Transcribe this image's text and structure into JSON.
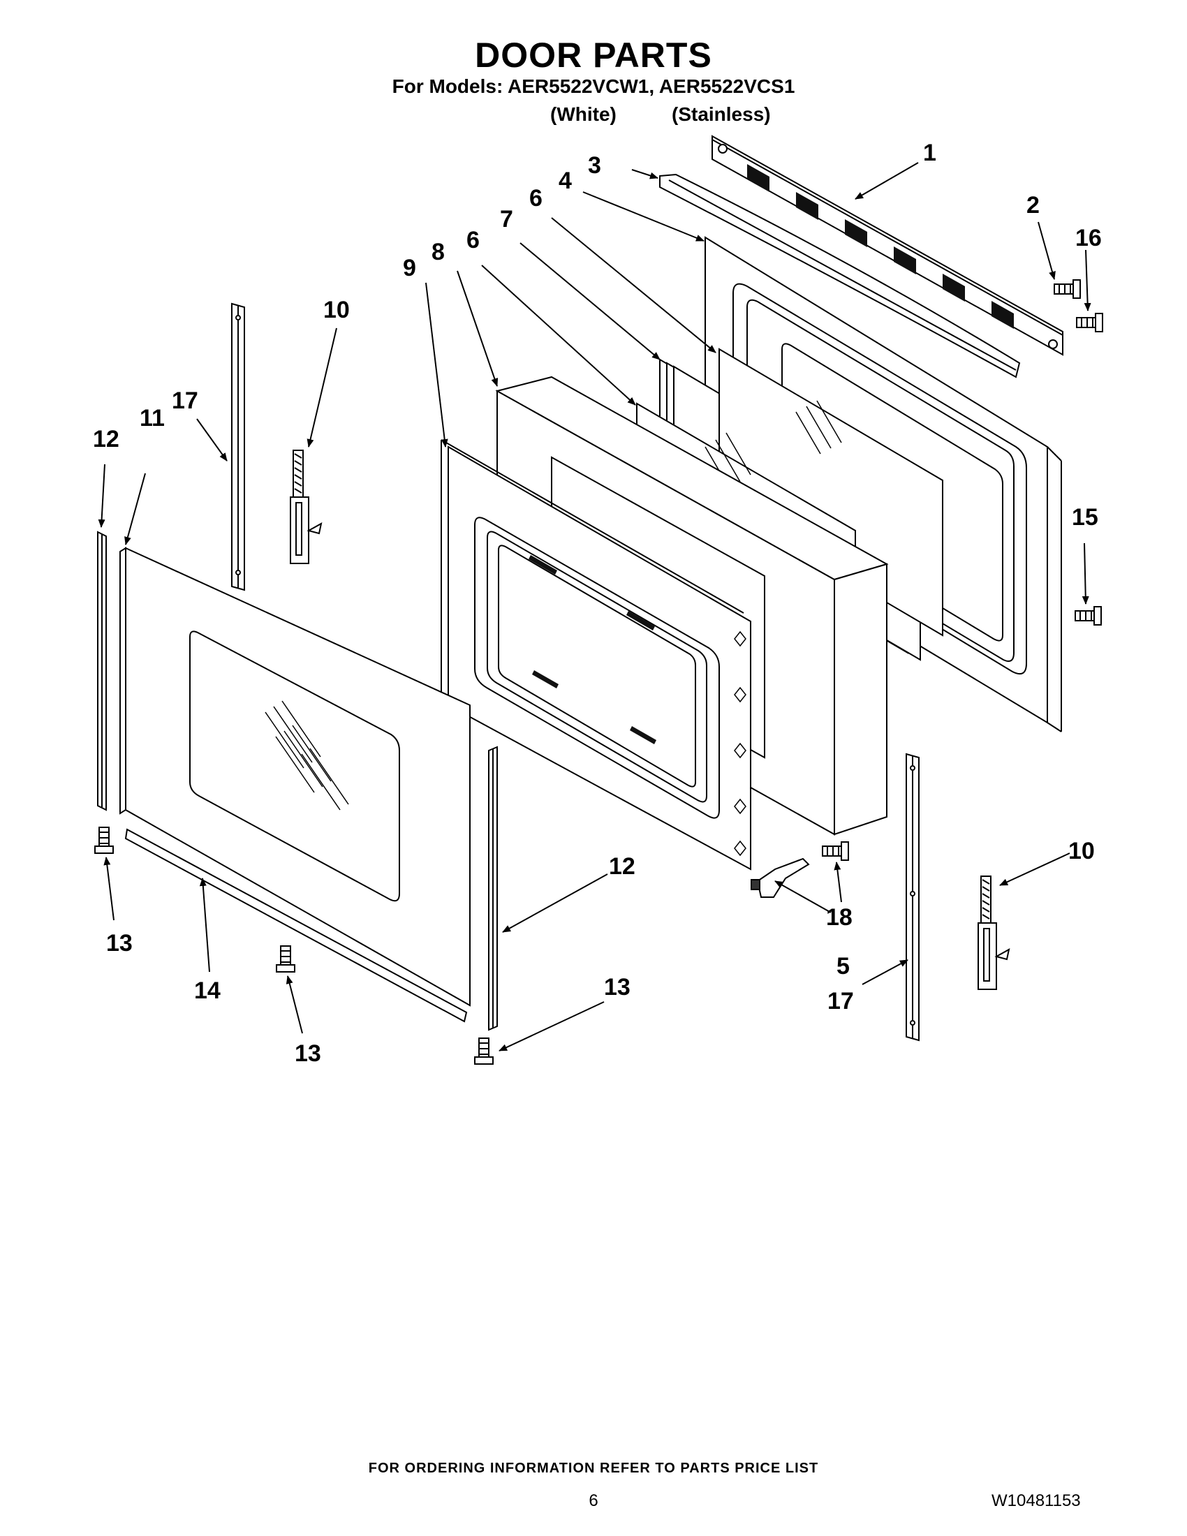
{
  "header": {
    "title": "DOOR PARTS",
    "models": "For Models: AER5522VCW1, AER5522VCS1",
    "variant_white": "(White)",
    "variant_stainless": "(Stainless)"
  },
  "callouts": [
    "1",
    "2",
    "3",
    "4",
    "5",
    "6",
    "6",
    "7",
    "8",
    "9",
    "10",
    "10",
    "11",
    "12",
    "12",
    "13",
    "13",
    "13",
    "14",
    "15",
    "16",
    "17",
    "17",
    "18"
  ],
  "footer": {
    "ordering_note": "FOR ORDERING INFORMATION REFER TO PARTS PRICE LIST",
    "page_number": "6",
    "document_number": "W10481153"
  }
}
